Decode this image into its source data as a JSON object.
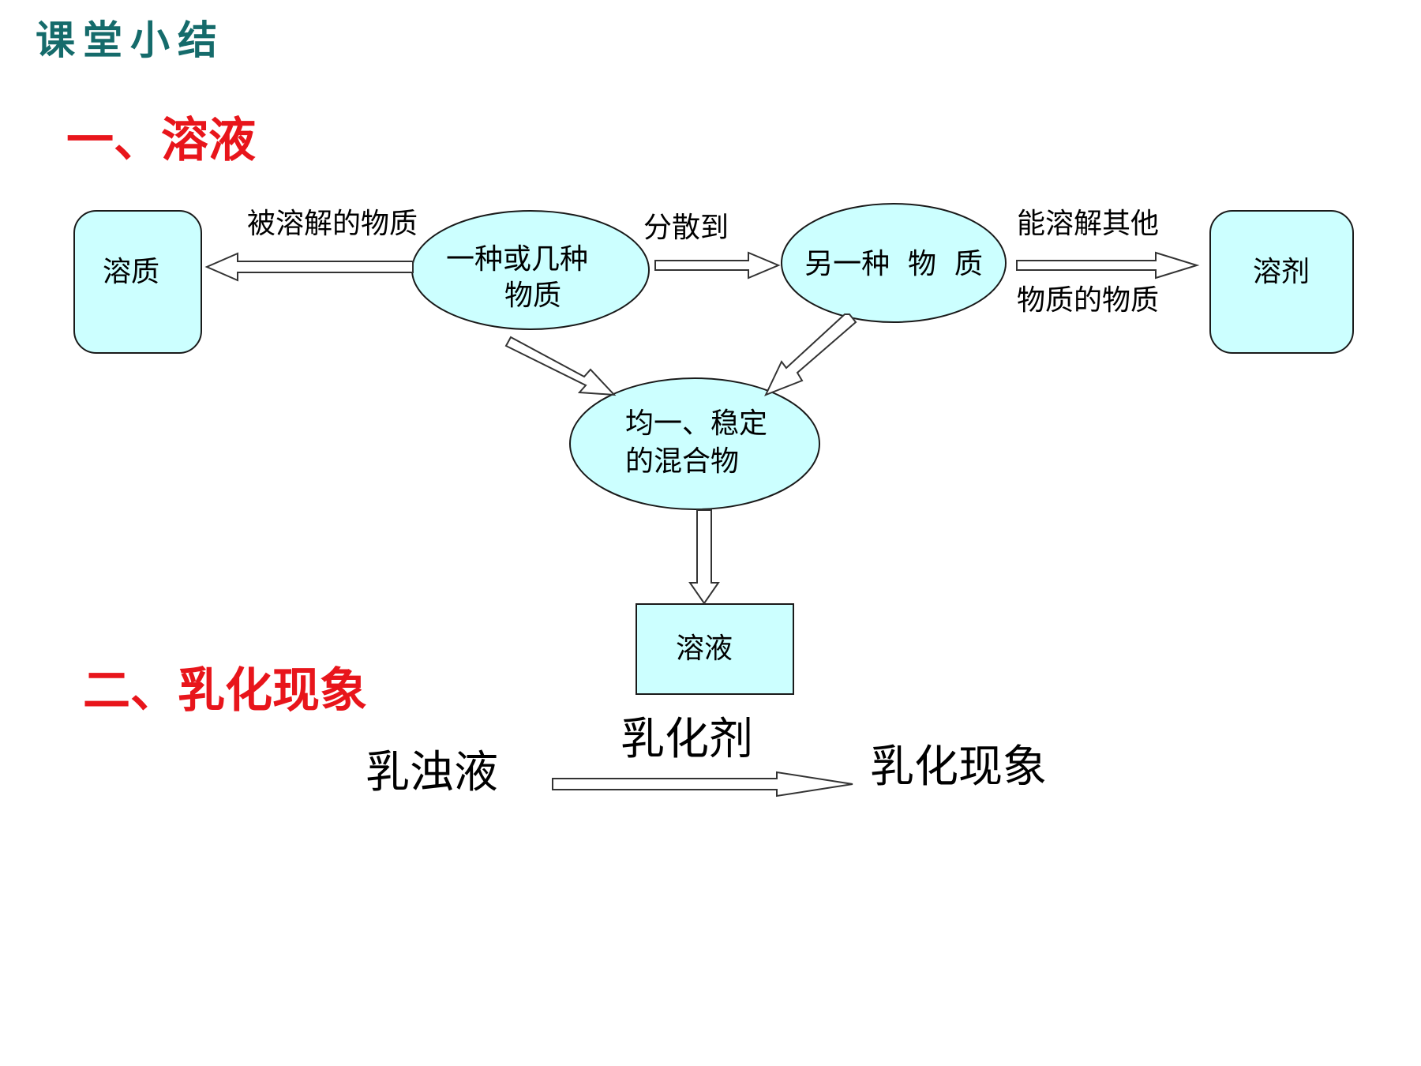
{
  "page_title": "课堂小结",
  "section_one": {
    "title": "一、溶液",
    "nodes": {
      "solute": "溶质",
      "substance_one": [
        "一种或几种",
        "物质"
      ],
      "substance_two": "另一种  物  质",
      "solvent": "溶剂",
      "mixture": [
        "均一、稳定",
        "的混合物"
      ],
      "solution": "溶液"
    },
    "edge_labels": {
      "dissolved_substance": "被溶解的物质",
      "disperse_into": "分散到",
      "can_dissolve_other": "能溶解其他",
      "substance_of_substance": "物质的物质"
    }
  },
  "section_two": {
    "title": "二、乳化现象",
    "source": "乳浊液",
    "agent": "乳化剂",
    "result": "乳化现象"
  },
  "colors": {
    "title_teal": "#156b6b",
    "section_red": "#e8151b",
    "node_fill": "#ccffff"
  }
}
